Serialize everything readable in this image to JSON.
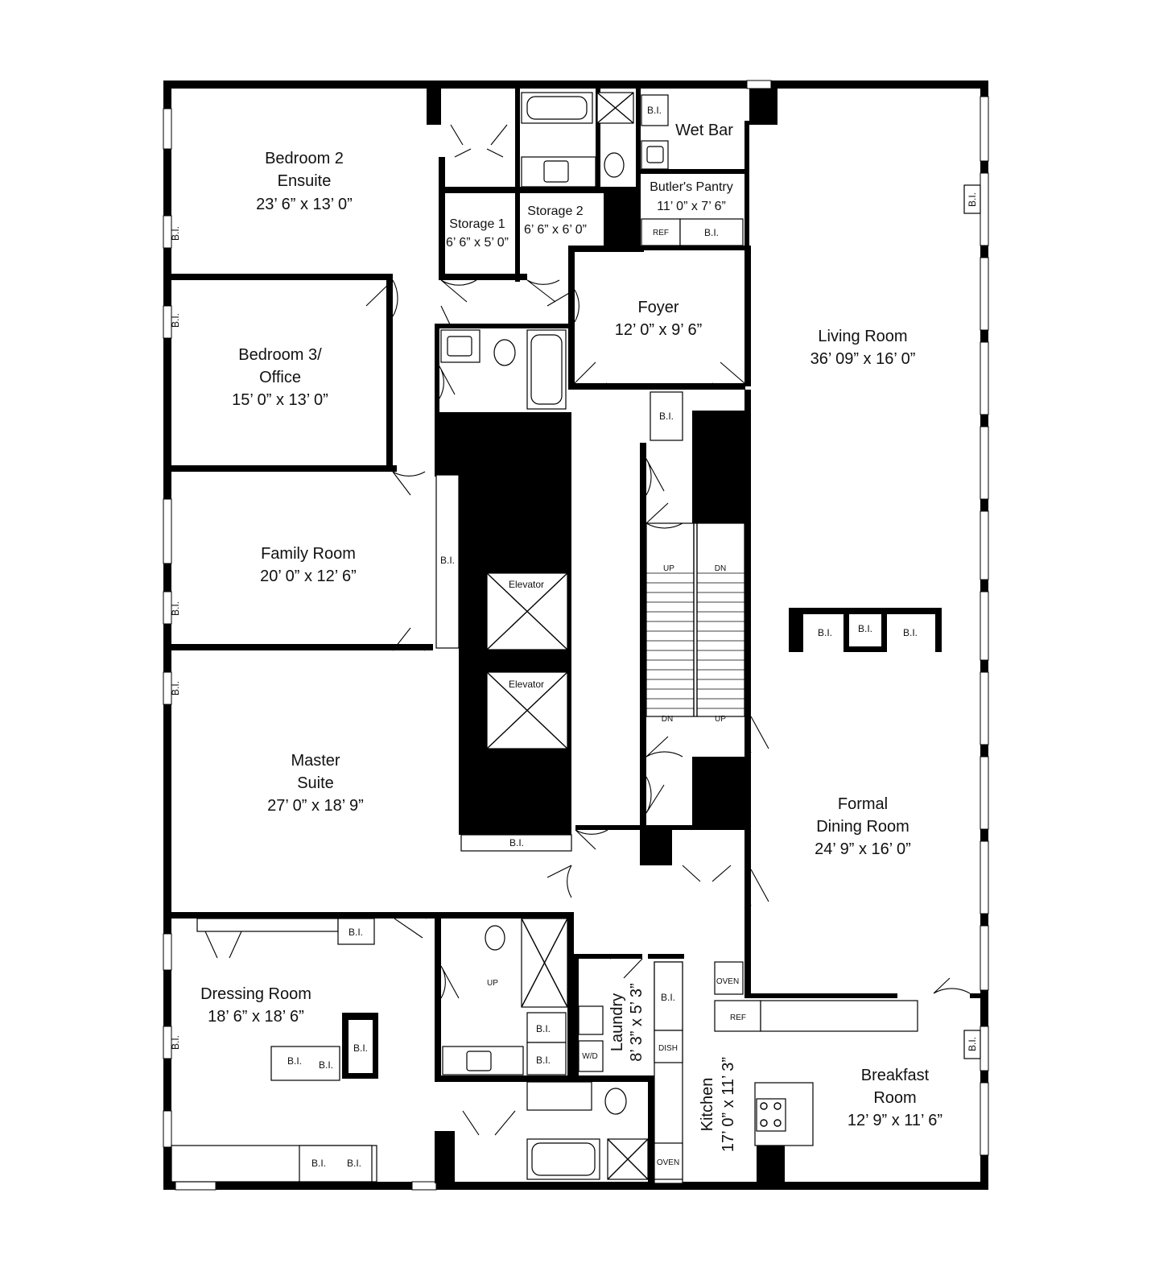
{
  "rooms": {
    "bedroom2": {
      "line1": "Bedroom 2",
      "line2": "Ensuite",
      "dims": "23’ 6” x 13’ 0”"
    },
    "bedroom3": {
      "line1": "Bedroom 3/",
      "line2": "Office",
      "dims": "15’ 0” x 13’ 0”"
    },
    "family": {
      "line1": "Family Room",
      "dims": "20’ 0” x 12’ 6”"
    },
    "master": {
      "line1": "Master",
      "line2": "Suite",
      "dims": "27’ 0” x 18’ 9”"
    },
    "dressing": {
      "line1": "Dressing Room",
      "dims": "18’ 6” x 18’ 6”"
    },
    "storage1": {
      "line1": "Storage 1",
      "dims": "6’ 6” x 5’ 0”"
    },
    "storage2": {
      "line1": "Storage 2",
      "dims": "6’ 6” x 6’ 0”"
    },
    "wetbar": {
      "line1": "Wet Bar"
    },
    "butlers": {
      "line1": "Butler's Pantry",
      "dims": "11’ 0” x 7’ 6”"
    },
    "foyer": {
      "line1": "Foyer",
      "dims": "12’ 0” x 9’ 6”"
    },
    "living": {
      "line1": "Living Room",
      "dims": "36’ 09” x 16’ 0”"
    },
    "dining": {
      "line1": "Formal",
      "line2": "Dining Room",
      "dims": "24’ 9” x 16’ 0”"
    },
    "breakfast": {
      "line1": "Breakfast",
      "line2": "Room",
      "dims": "12’ 9” x 11’ 6”"
    },
    "laundry": {
      "line1": "Laundry",
      "dims": "8’ 3” x 5’ 3”"
    },
    "kitchen": {
      "line1": "Kitchen",
      "dims": "17’ 0” x 11’ 3”"
    }
  },
  "labels": {
    "bi": "B.I.",
    "elevator": "Elevator",
    "up": "UP",
    "dn": "DN",
    "ref": "REF",
    "oven": "OVEN",
    "dish": "DISH",
    "wd": "W/D"
  },
  "colors": {
    "wall": "#000000",
    "background": "#ffffff",
    "line": "#000000"
  }
}
